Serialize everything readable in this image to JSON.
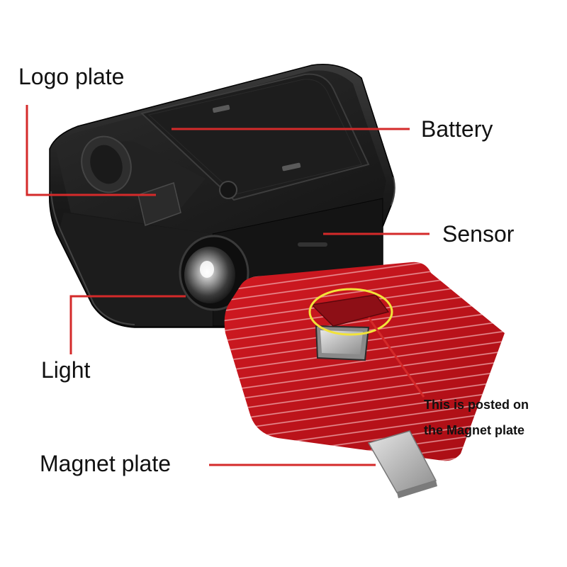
{
  "labels": {
    "logo_plate": "Logo plate",
    "battery": "Battery",
    "sensor": "Sensor",
    "light": "Light",
    "magnet_plate": "Magnet plate",
    "note_line1": "This is posted on",
    "note_line2": "the Magnet plate"
  },
  "colors": {
    "leader_line": "#d42a2a",
    "highlight_ring": "#f2e33a",
    "device_body": "#1b1b1b",
    "adhesive_pad": "#c4141c"
  }
}
